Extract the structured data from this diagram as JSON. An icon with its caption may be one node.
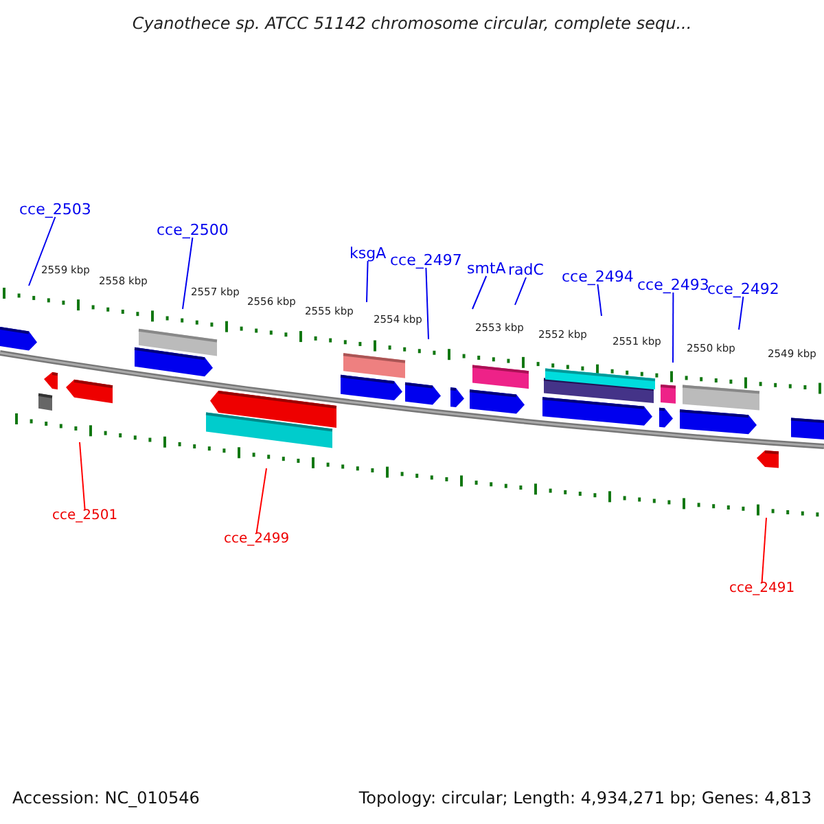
{
  "diagram": {
    "title": "Cyanothece sp. ATCC 51142 chromosome circular, complete sequ...",
    "nodes": [
      {
        "text": [
          "cce_2503"
        ]
      },
      {
        "text": [
          "cce_2500"
        ]
      },
      {
        "text": [
          "ksgA"
        ]
      },
      {
        "text": [
          "cce_2497"
        ]
      },
      {
        "text": [
          "smtA"
        ]
      },
      {
        "text": [
          "radC"
        ]
      },
      {
        "text": [
          "cce_2494"
        ]
      },
      {
        "text": [
          "cce_2493"
        ]
      },
      {
        "text": [
          "cce_2492"
        ]
      },
      {
        "text": [
          "cce_2501"
        ]
      },
      {
        "text": [
          "cce_2499"
        ]
      },
      {
        "text": [
          "cce_2491"
        ]
      }
    ],
    "edges": [
      {
        "from": 0,
        "to": null,
        "arrow": "none"
      },
      {
        "from": 1,
        "to": null,
        "arrow": "none"
      },
      {
        "from": 2,
        "to": null,
        "arrow": "none"
      },
      {
        "from": 3,
        "to": null,
        "arrow": "none"
      },
      {
        "from": 4,
        "to": null,
        "arrow": "none"
      },
      {
        "from": 5,
        "to": null,
        "arrow": "none"
      },
      {
        "from": 6,
        "to": null,
        "arrow": "none"
      },
      {
        "from": 7,
        "to": null,
        "arrow": "none"
      },
      {
        "from": 8,
        "to": null,
        "arrow": "none"
      },
      {
        "from": 9,
        "to": null,
        "arrow": "none",
        "color": "#ff0000"
      },
      {
        "from": 10,
        "to": null,
        "arrow": "none",
        "color": "#ff0000"
      },
      {
        "from": 11,
        "to": null,
        "arrow": "none",
        "color": "#ff0000"
      }
    ],
    "labels": [
      "2559 kbp",
      "2558 kbp",
      "2557 kbp",
      "2556 kbp",
      "2555 kbp",
      "2554 kbp",
      "2553 kbp",
      "2552 kbp",
      "2551 kbp",
      "2550 kbp",
      "2549 kbp",
      "Accession: NC_010546",
      "Topology: circular; Length: 4,934,271 bp; Genes: 4,813"
    ]
  }
}
